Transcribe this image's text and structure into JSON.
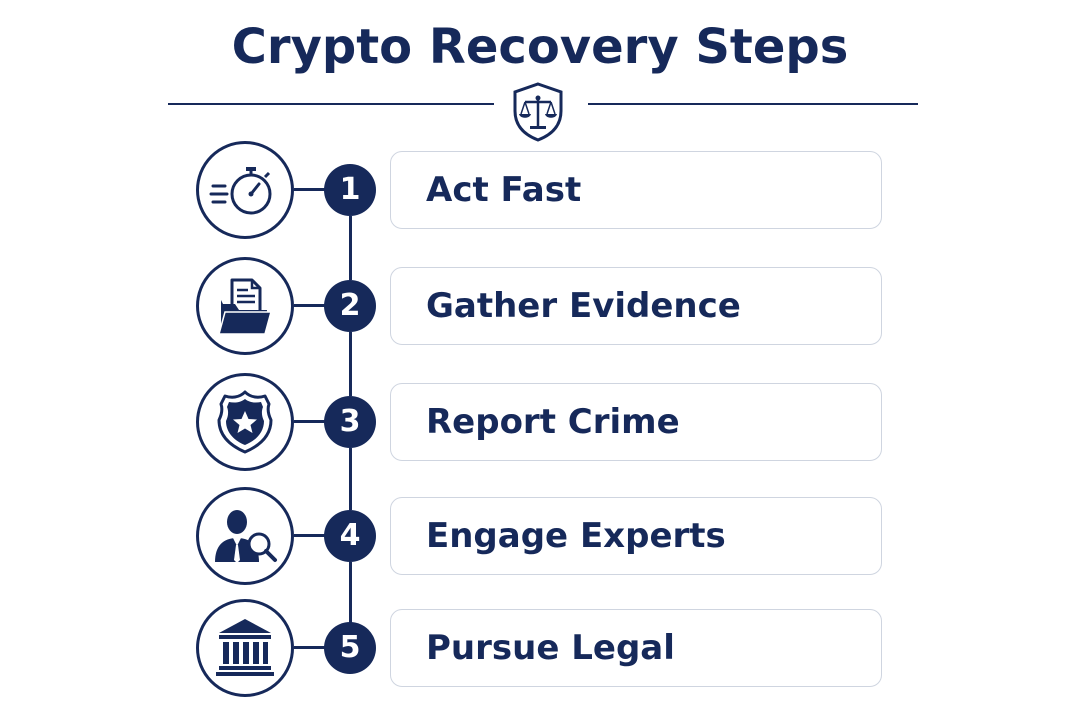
{
  "header": {
    "title": "Crypto Recovery Steps",
    "emblem_icon": "scales-of-justice-shield-icon"
  },
  "colors": {
    "primary": "#16295a",
    "card_border": "#cfd5e0",
    "background": "#ffffff"
  },
  "steps": [
    {
      "number": "1",
      "label": "Act Fast",
      "icon": "stopwatch-icon"
    },
    {
      "number": "2",
      "label": "Gather Evidence",
      "icon": "document-folder-icon"
    },
    {
      "number": "3",
      "label": "Report Crime",
      "icon": "police-badge-icon"
    },
    {
      "number": "4",
      "label": "Engage Experts",
      "icon": "expert-magnifier-icon"
    },
    {
      "number": "5",
      "label": "Pursue Legal",
      "icon": "courthouse-icon"
    }
  ]
}
